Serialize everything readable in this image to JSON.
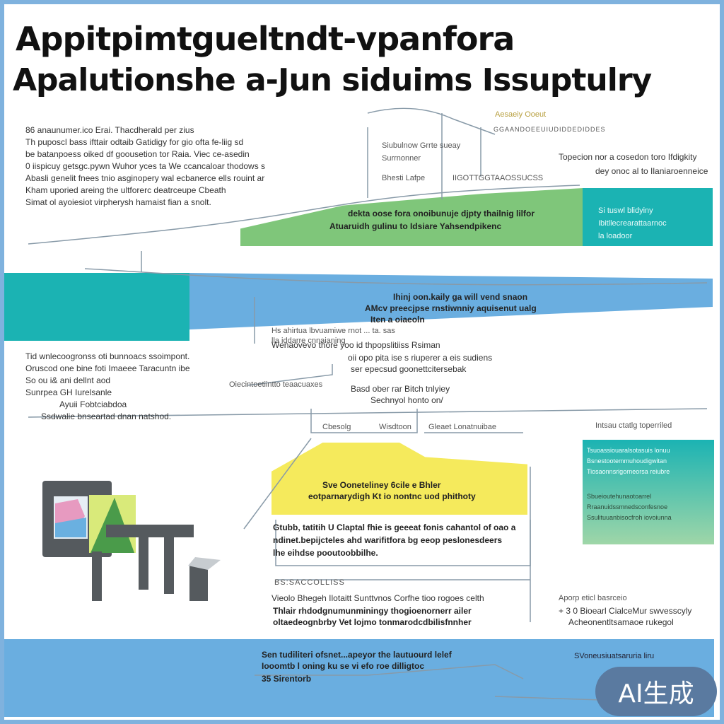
{
  "header": {
    "title_line1": "Appitpimtgueltndt-vpanfora",
    "title_line2": "Apalutionshe a-Jun siduims Issuptulry"
  },
  "blocks": {
    "intro": [
      "86 anaunumer.ico Erai. Thacdherald per zius",
      "Th puposcl bass ifttair odtaib Gatidigy for gio ofta fe-liig sd",
      "be batanpoess oiked df goousetion tor Raia. Viec ce-asedin",
      "0 iispicuy getsgc.pywn Wuhor yces ta We ccancaloar thodows s",
      "Abasli genelit fnees tnio asginopery wal ecbanerce ells rouint ar",
      "Kham uporied areing the ultforerc deatrceupe Cbeath",
      "Simat ol ayoiesiot virpherysh hamaist fian a snolt."
    ],
    "top_center": [
      "Siubulnow Grrte sueay",
      "Surrnonner",
      "Bhesti Lafpe",
      "Aesaeiy Ooeut",
      "IIGOTTGGTAAOSSUCSS"
    ],
    "top_right": [
      "Topecion nor a cosedon toro Ifdigkity",
      "dey onoc al to Ilaniaroenneice"
    ],
    "top_right_header": "GGAANDOEEUIUDIDDEDIDDES",
    "green_text": [
      "dekta oose fora onoibunuje djpty thailnig lilfor",
      "Atuaruidh gulinu to Idsiare Yahsendpikenc"
    ],
    "teal_panel_right": [
      "Si tuswl blidyiny",
      "Ibitllecrearattaarnoc",
      "la loadoor"
    ],
    "blue_text": [
      "Ihinj oon.kaily ga will vend snaon",
      "AMcv preecjpse rnstiwnniy aquisenut ualg",
      "Iten a oiaeoln"
    ],
    "middle_center": [
      "Hs ahirtua lbvuamiwe rnot ... ta. sas",
      "lla iddarre cnnaianing",
      "Wenaovevo thore yoo id thpopslitiiss Rsiman"
    ],
    "mid_right_center": [
      "oii opo pita ise s riuperer a eis sudiens",
      "ser epecsud goonettcitersebak"
    ],
    "mid_left": [
      "Tid wnlecoogronss oti bunnoacs ssoimpont.",
      "Oruscod one bine foti Imaeee Taracuntn ibe",
      "So ou i& ani dellnt aod",
      "Sunrpea GH Iurelsanle",
      "Ayuii Fobtciabdoa",
      "Ssdwalie bnseartad dnan natshod."
    ],
    "mid_small_row": [
      "Oiecintoetiintto teaacuaxes",
      "Basd ober rar Bitch tnlyiey",
      "Sechnyol honto on/"
    ],
    "connector_labels": [
      "Cbesolg",
      "Wisdtoon",
      "Gleaet Lonatnuibae",
      "Intsau ctatlg toperriled"
    ],
    "yellow_text": [
      "Sve Ooneteliney 6cile e Bhler",
      "eotparnarydigh Kt io nontnc uod phithoty"
    ],
    "center_box": [
      "Gtubb, tatitih U Claptal fhie is geeeat fonis cahantol of oao a",
      "ndinet.bepijcteles ahd warifitfora bg eeop peslonesdeers",
      "lhe eihdse pooutoobbilhe."
    ],
    "lower_center_label": "BS:SACCOLLISS",
    "lower_center_text": [
      "Vieolo Bhegeh Ilotaitt   Sunttvnos Corfhe tioo rogoes celth",
      "Thlair rhdodgnumunminingy thogioenornerr ailer",
      "oltaedeognbrby Vet lojmo tonmarodcdbilisfnnher"
    ],
    "right_teal_box": [
      "Tsuoassiouaralsotasuis lonuu",
      "Bsnestootemmuhoudigwitan",
      "Tiosaonnsrigorneorsa reiubre",
      "Sbueioutehunaotoarrel",
      "Rraanuidssmnedsconfesnoe",
      "Ssulituuanbisocfroh iovoiunna"
    ],
    "lower_right_text": [
      "Aporp eticl basrceio",
      "+ 3 0 Bioearl CialceMur swvesscyly",
      "Acheonentltsamaoe rukegol"
    ],
    "footer_center": [
      "Sen tudiliteri ofsnet...apeyor the lautuourd lelef",
      "Iooomtb l oning ku se vi efo roe dilligtoc",
      "35 Sirentorb"
    ],
    "footer_right": "SVoneusiuatsaruria liru",
    "badge": "AI生成"
  },
  "colors": {
    "green": "#7fc67a",
    "teal": "#1bb3b3",
    "blue": "#6aaee0",
    "yellow": "#f5ea5c",
    "frame": "#7fb2de",
    "badge": "#5a7aa0"
  }
}
